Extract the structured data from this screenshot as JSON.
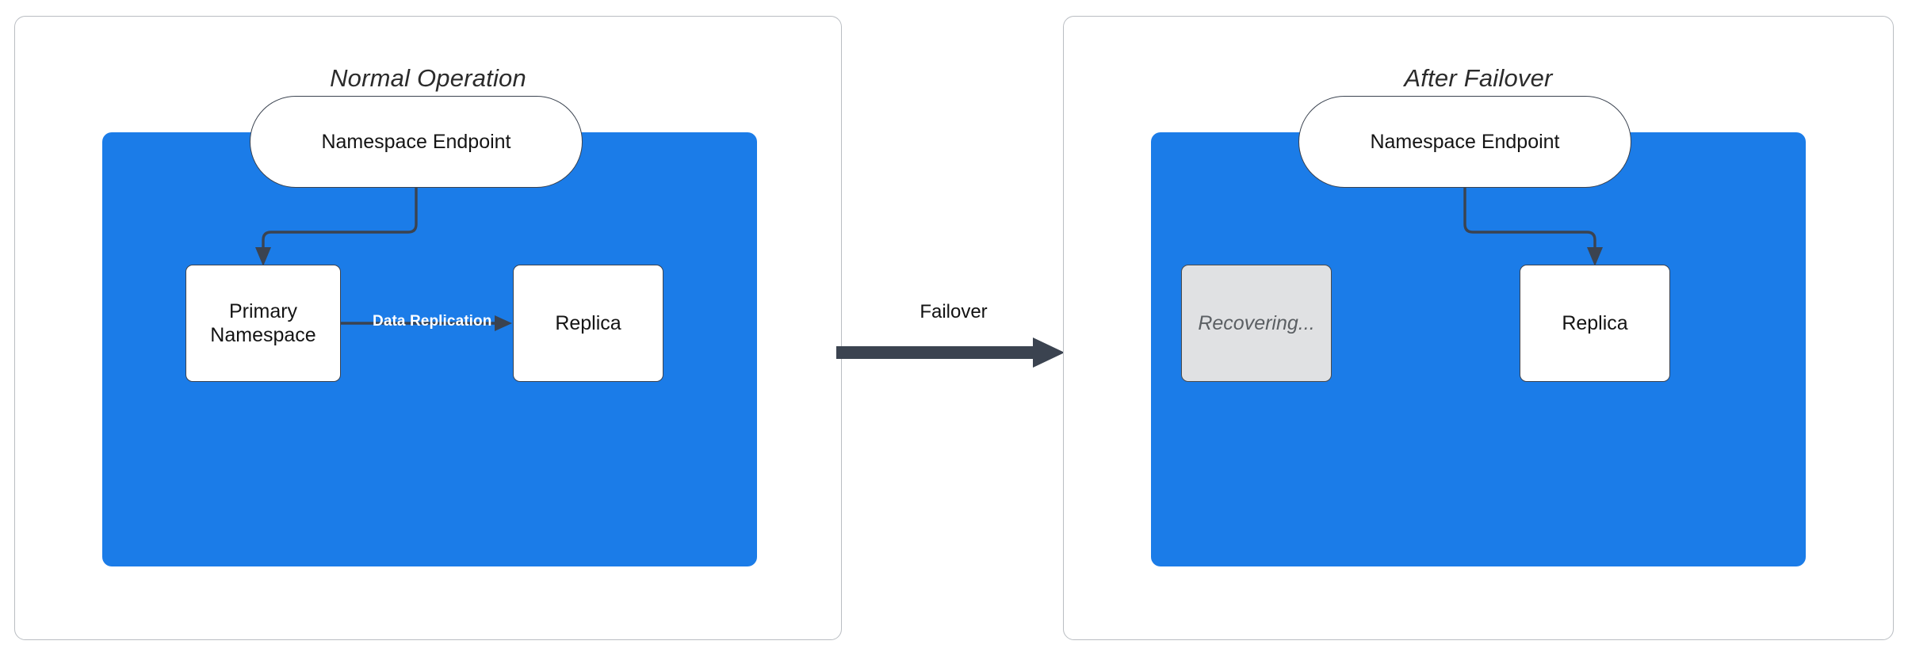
{
  "diagram": {
    "type": "flow-diagram",
    "background": "#ffffff",
    "accent_blue": "#1b7ce8",
    "stroke_dark": "#3b4350",
    "dim_fill": "#e0e1e3",
    "panels": [
      {
        "id": "normal-operation",
        "title": "Normal Operation",
        "nodes": [
          {
            "id": "ns-endpoint-left",
            "label": "Namespace Endpoint",
            "shape": "stadium",
            "fill": "#ffffff"
          },
          {
            "id": "primary-namespace",
            "label": "Primary Namespace",
            "shape": "rounded-rect",
            "fill": "#ffffff"
          },
          {
            "id": "replica-left",
            "label": "Replica",
            "shape": "rounded-rect",
            "fill": "#ffffff"
          }
        ],
        "edges": [
          {
            "from": "ns-endpoint-left",
            "to": "primary-namespace",
            "label": "",
            "style": "elbow-arrow"
          },
          {
            "from": "primary-namespace",
            "to": "replica-left",
            "label": "Data Replication",
            "style": "straight-arrow",
            "label_color": "#ffffff"
          }
        ]
      },
      {
        "id": "after-failover",
        "title": "After Failover",
        "nodes": [
          {
            "id": "ns-endpoint-right",
            "label": "Namespace Endpoint",
            "shape": "stadium",
            "fill": "#ffffff"
          },
          {
            "id": "recovering",
            "label": "Recovering...",
            "shape": "rounded-rect",
            "fill": "#e0e1e3",
            "state": "dimmed"
          },
          {
            "id": "replica-right",
            "label": "Replica",
            "shape": "rounded-rect",
            "fill": "#ffffff"
          }
        ],
        "edges": [
          {
            "from": "ns-endpoint-right",
            "to": "replica-right",
            "label": "",
            "style": "elbow-arrow"
          }
        ]
      }
    ],
    "transition": {
      "label": "Failover",
      "from_panel": "normal-operation",
      "to_panel": "after-failover",
      "style": "thick-arrow",
      "color": "#3b4350"
    }
  }
}
